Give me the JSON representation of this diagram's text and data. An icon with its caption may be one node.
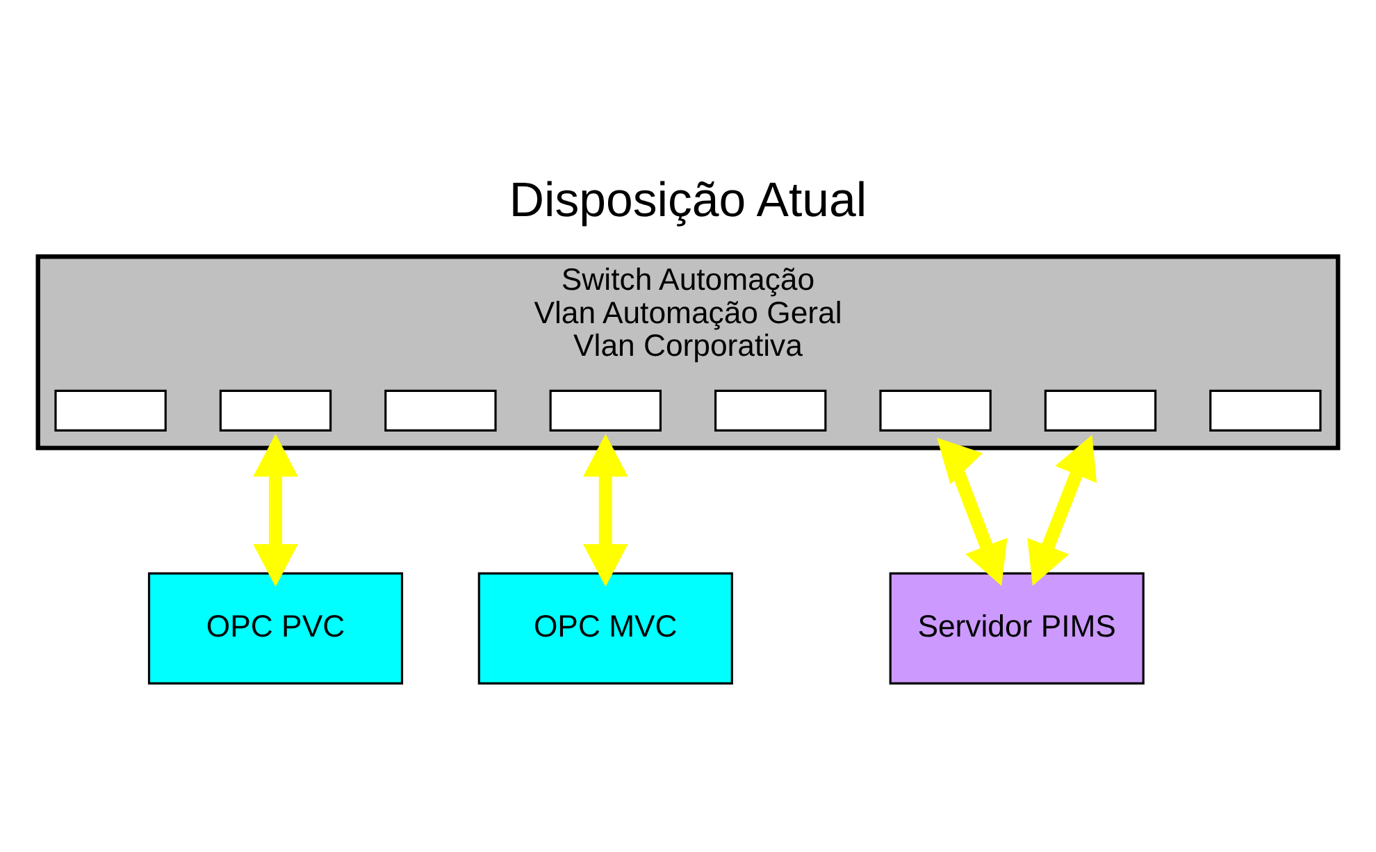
{
  "diagram": {
    "title": "Disposição Atual",
    "nodes": [
      {
        "text": [
          "Switch Automação",
          "Vlan Automação Geral",
          "Vlan Corporativa"
        ]
      },
      {
        "text": [],
        "shape": "box",
        "in": 0
      },
      {
        "text": [],
        "shape": "box",
        "in": 0
      },
      {
        "text": [],
        "shape": "box",
        "in": 0
      },
      {
        "text": [],
        "shape": "box",
        "in": 0
      },
      {
        "text": [],
        "shape": "box",
        "in": 0
      },
      {
        "text": [],
        "shape": "box",
        "in": 0
      },
      {
        "text": [],
        "shape": "box",
        "in": 0
      },
      {
        "text": [],
        "shape": "box",
        "in": 0
      },
      {
        "text": [
          "OPC PVC"
        ]
      },
      {
        "text": [
          "OPC MVC"
        ]
      },
      {
        "text": [
          "Servidor PIMS"
        ]
      }
    ],
    "edges": [
      {
        "from": 0,
        "to": 9,
        "arrow": "both"
      },
      {
        "from": 0,
        "to": 10,
        "arrow": "both"
      },
      {
        "from": 0,
        "to": 11,
        "arrow": "both"
      },
      {
        "from": 0,
        "to": 11,
        "arrow": "both"
      }
    ]
  }
}
